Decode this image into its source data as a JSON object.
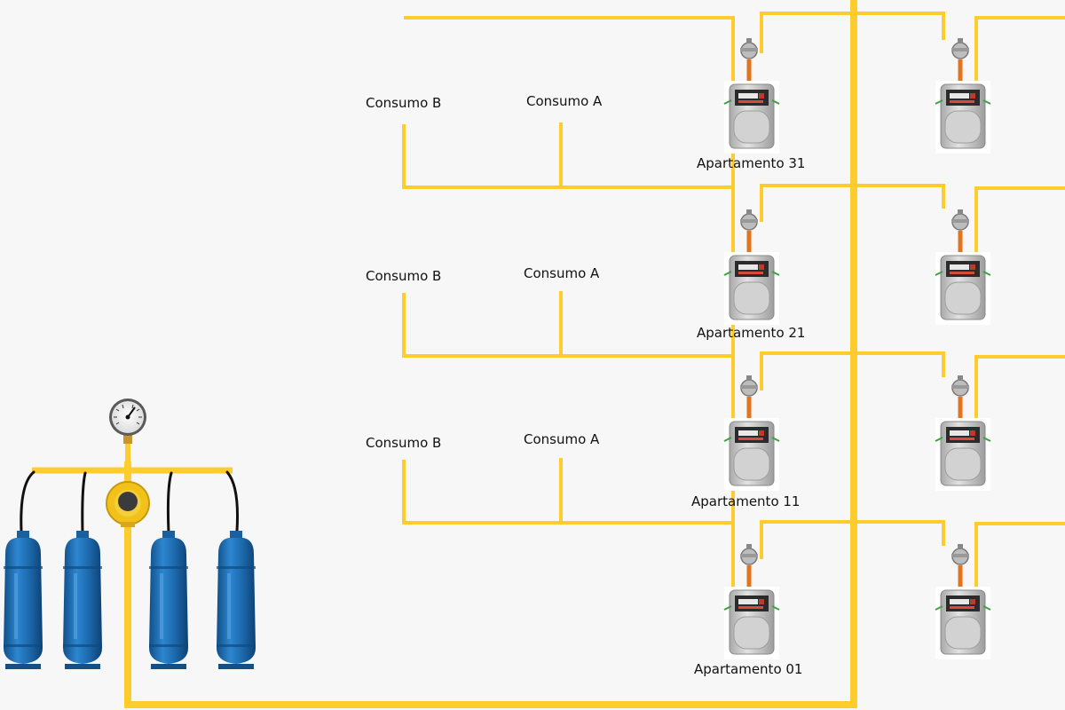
{
  "colors": {
    "pipe": "#ffcc2e",
    "riser_pipe": "#e0751e",
    "cylinder": "#1f6fb4",
    "meter_body": "#c9c9c9",
    "background": "#f7f7f7"
  },
  "floors": [
    {
      "apartment": "Apartamento 31",
      "consumo_a": "Consumo A",
      "consumo_b": "Consumo B"
    },
    {
      "apartment": "Apartamento 21",
      "consumo_a": "Consumo A",
      "consumo_b": "Consumo B"
    },
    {
      "apartment": "Apartamento 11",
      "consumo_a": "Consumo A",
      "consumo_b": "Consumo B"
    },
    {
      "apartment": "Apartamento 01"
    }
  ],
  "central": {
    "cylinder_count": 4,
    "icons": [
      "pressure-gauge-icon",
      "pressure-regulator-icon",
      "gas-cylinder-icon"
    ]
  },
  "meter_icon": "gas-meter-icon",
  "valve_icon": "meter-valve-icon"
}
